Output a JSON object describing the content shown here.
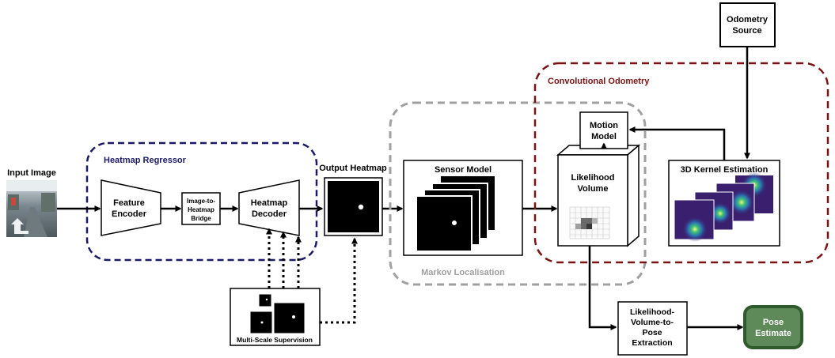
{
  "input": {
    "label": "Input Image"
  },
  "heatmap_regressor": {
    "title": "Heatmap Regressor",
    "feature_encoder": [
      "Feature",
      "Encoder"
    ],
    "bridge": [
      "Image-to-",
      "Heatmap",
      "Bridge"
    ],
    "heatmap_decoder": [
      "Heatmap",
      "Decoder"
    ]
  },
  "output_heatmap": {
    "label": "Output Heatmap"
  },
  "supervision": {
    "label": "Multi-Scale Supervision"
  },
  "markov": {
    "title": "Markov Localisation",
    "sensor_model": "Sensor Model",
    "likelihood_volume": [
      "Likelihood",
      "Volume"
    ],
    "extraction": [
      "Likelihood-",
      "Volume-to-",
      "Pose",
      "Extraction"
    ]
  },
  "conv_odometry": {
    "title": "Convolutional Odometry",
    "motion_model": [
      "Motion",
      "Model"
    ],
    "kernel_estimation": "3D Kernel Estimation"
  },
  "odometry_source": [
    "Odometry",
    "Source"
  ],
  "pose_estimate": [
    "Pose",
    "Estimate"
  ],
  "colors": {
    "regressor_border": "#1a1a66",
    "markov_border": "#a0a0a0",
    "odometry_border": "#7a1414",
    "pose_fill": "#5e8a5a",
    "pose_border": "#2f5a2c"
  }
}
